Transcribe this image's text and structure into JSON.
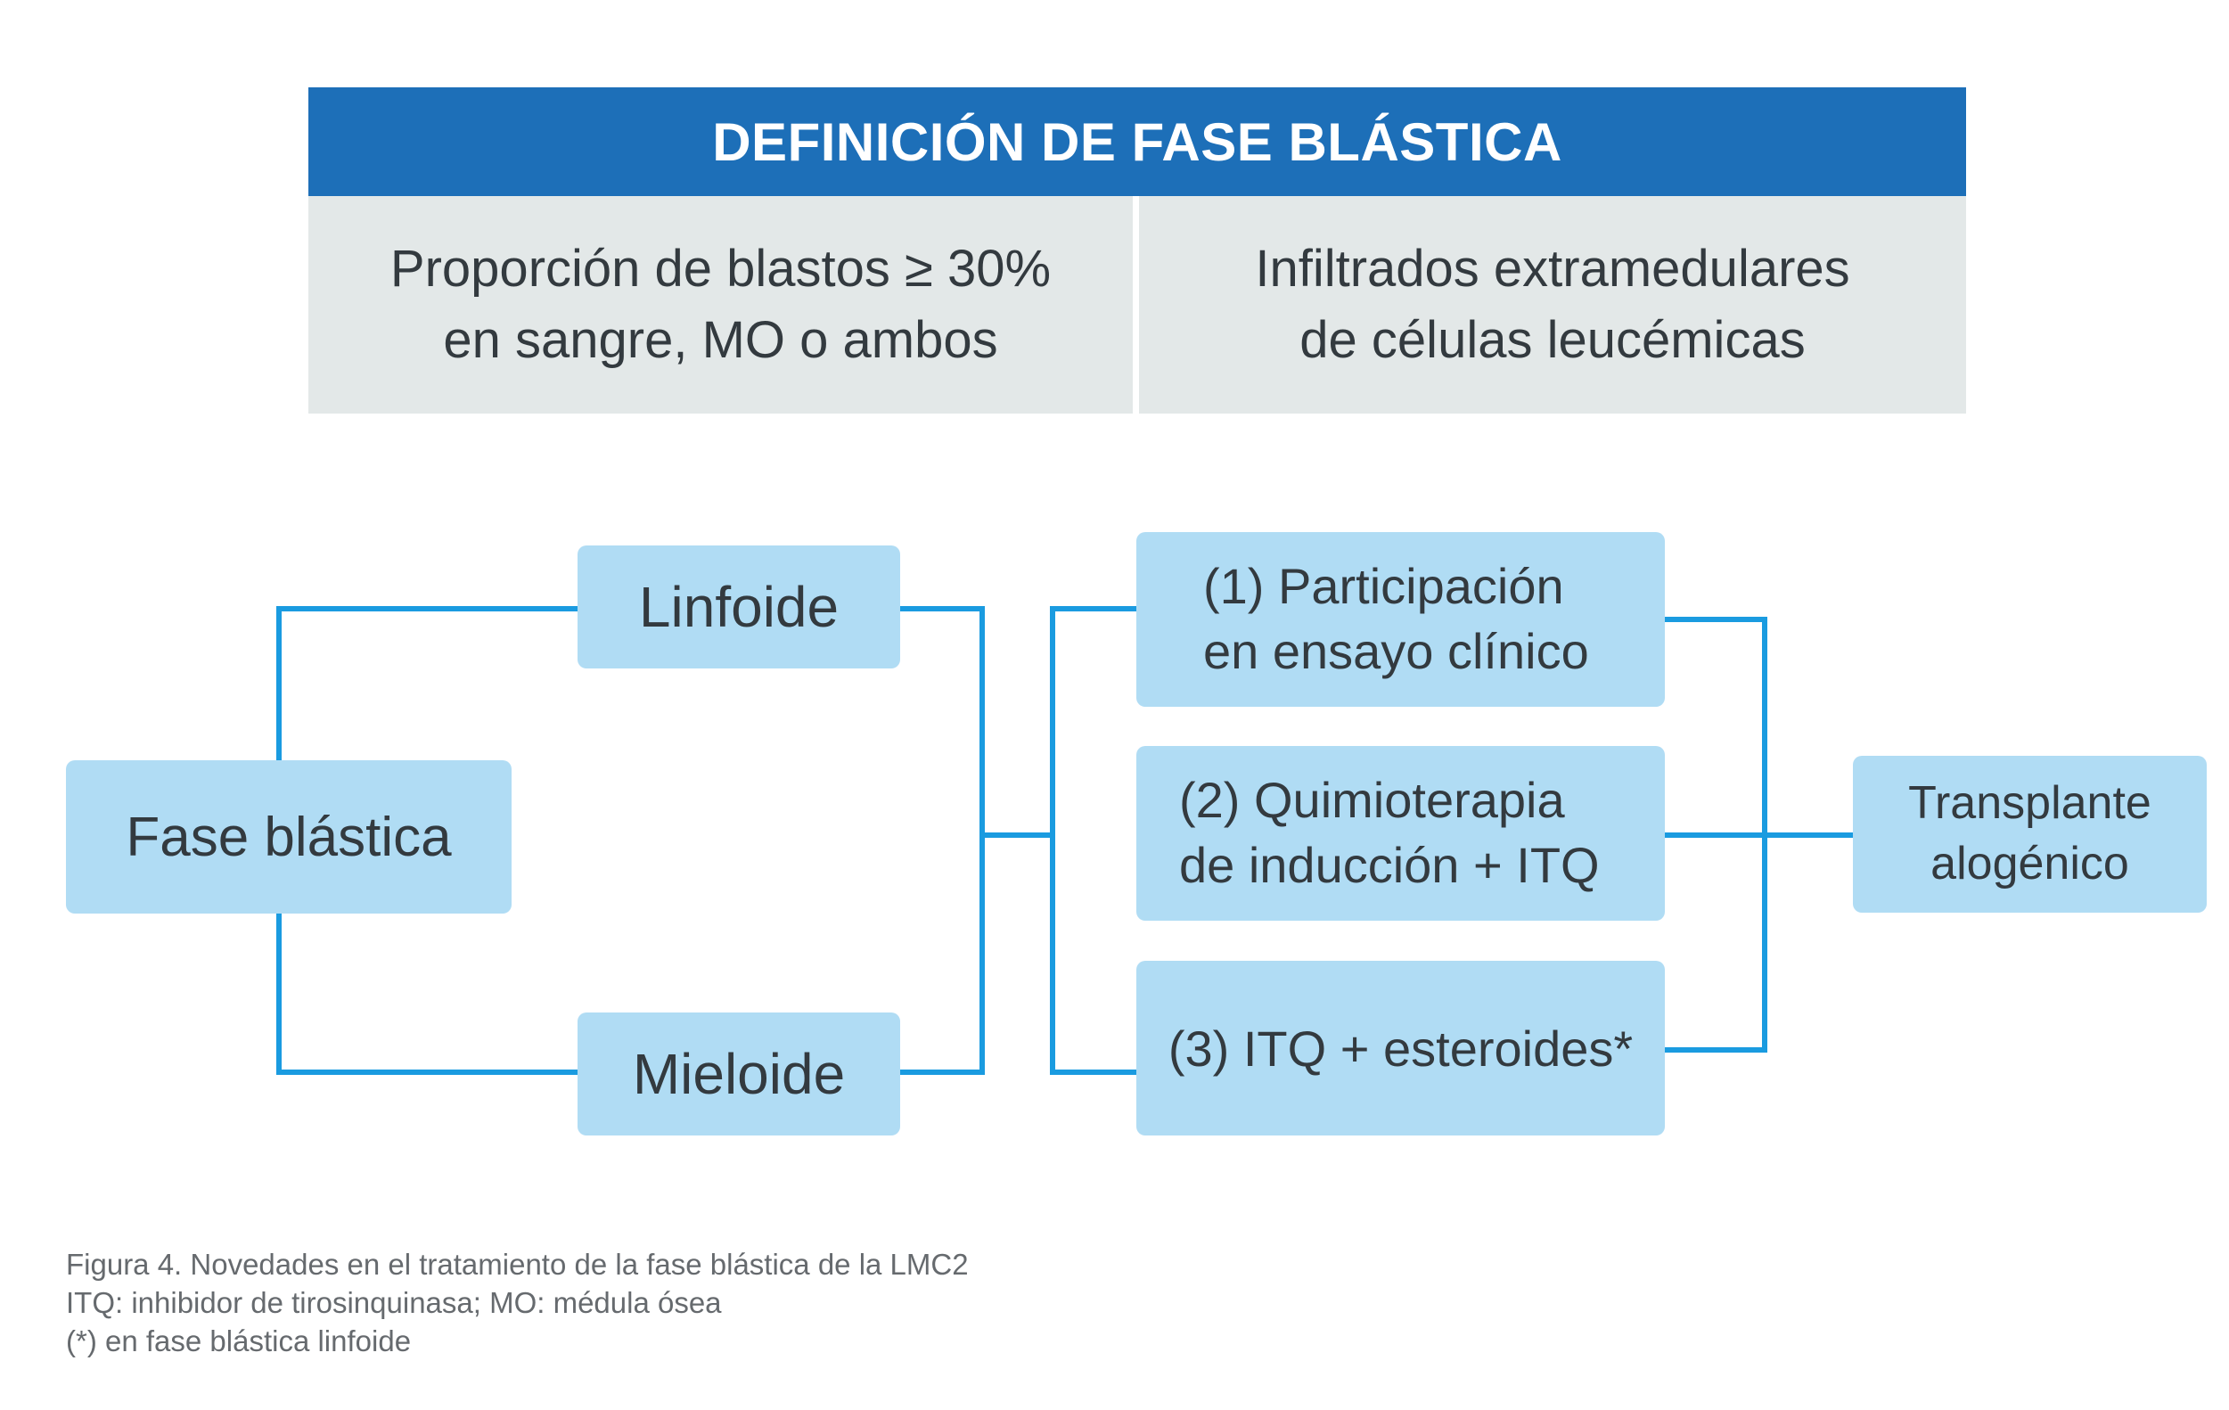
{
  "definition": {
    "title": "DEFINICIÓN DE FASE BLÁSTICA",
    "criteria": [
      "Proporción de blastos ≥ 30%\nen sangre, MO o ambos",
      "Infiltrados extramedulares\nde células leucémicas"
    ]
  },
  "flow": {
    "start": "Fase blástica",
    "types": [
      "Linfoide",
      "Mieloide"
    ],
    "options": [
      "(1) Participación\nen ensayo clínico",
      "(2) Quimioterapia\nde inducción + ITQ",
      "(3) ITQ + esteroides*"
    ],
    "end": "Transplante\nalogénico"
  },
  "caption": {
    "lines": [
      "Figura 4. Novedades en el tratamiento de la fase blástica de la LMC2",
      "ITQ: inhibidor de tirosinquinasa; MO: médula ósea",
      "(*) en fase blástica linfoide"
    ]
  },
  "colors": {
    "header_bg": "#1d6fb8",
    "cell_bg": "#e3e8e8",
    "box_bg": "#b0dcf4",
    "connector": "#1a9be0"
  }
}
